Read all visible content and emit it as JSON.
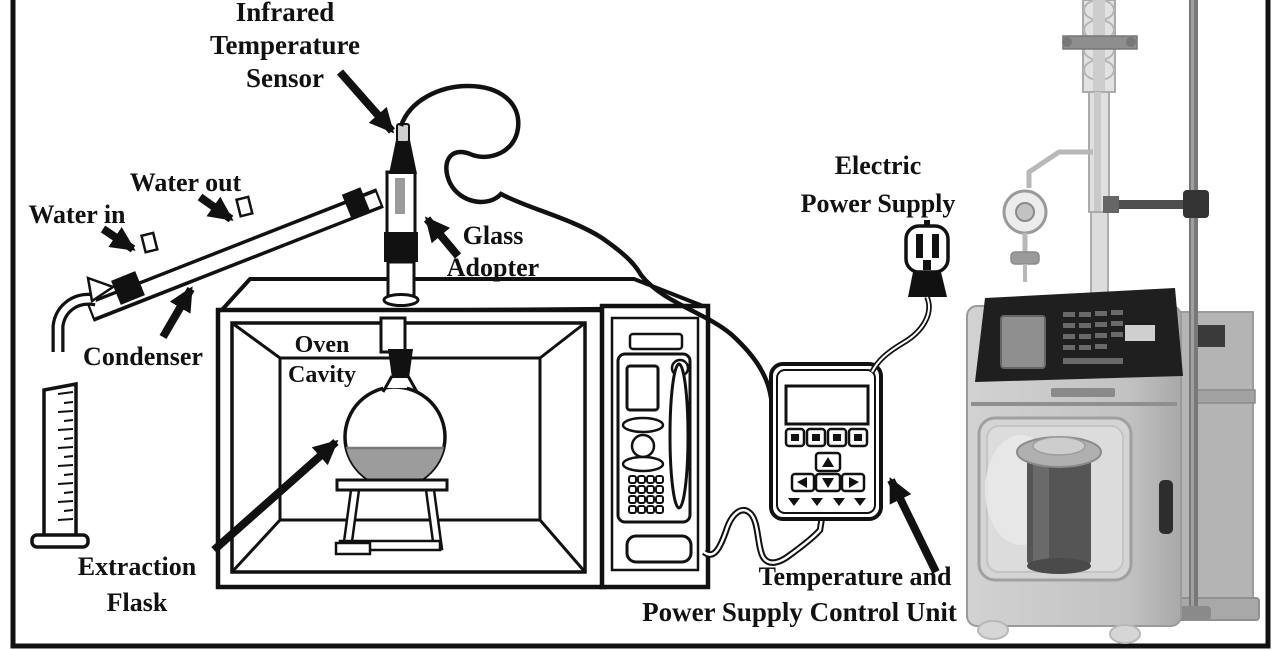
{
  "figure": {
    "type": "schematic-diagram-with-photo",
    "subject": "Microwave-assisted extraction apparatus"
  },
  "diagram": {
    "labels": {
      "infrared_temperature_sensor": {
        "lines": [
          "Infrared",
          "Temperature",
          "Sensor"
        ]
      },
      "water_out": {
        "text": "Water out"
      },
      "water_in": {
        "text": "Water in"
      },
      "condenser": {
        "text": "Condenser"
      },
      "glass_adopter": {
        "lines": [
          "Glass",
          "Adopter"
        ]
      },
      "oven_cavity": {
        "lines": [
          "Oven",
          "Cavity"
        ]
      },
      "extraction_flask": {
        "lines": [
          "Extraction",
          "Flask"
        ]
      },
      "electric_power_supply": {
        "lines": [
          "Electric",
          "Power Supply"
        ]
      },
      "temperature_power_supply_control_unit": {
        "lines": [
          "Temperature and",
          "Power Supply Control Unit"
        ]
      }
    },
    "colors": {
      "ink": "#111111",
      "background": "#ffffff",
      "flask_liquid": "#9c9c9c",
      "sensor_tip_gray": "#cfcfcf"
    }
  },
  "photo": {
    "colors": {
      "machine_body_gray": "#c2c2c2",
      "control_panel_black": "#1f1f1f",
      "window_glass_gray": "#d4d4d4",
      "vessel_dark_gray": "#555555",
      "stand_rod_gray": "#787878"
    }
  }
}
